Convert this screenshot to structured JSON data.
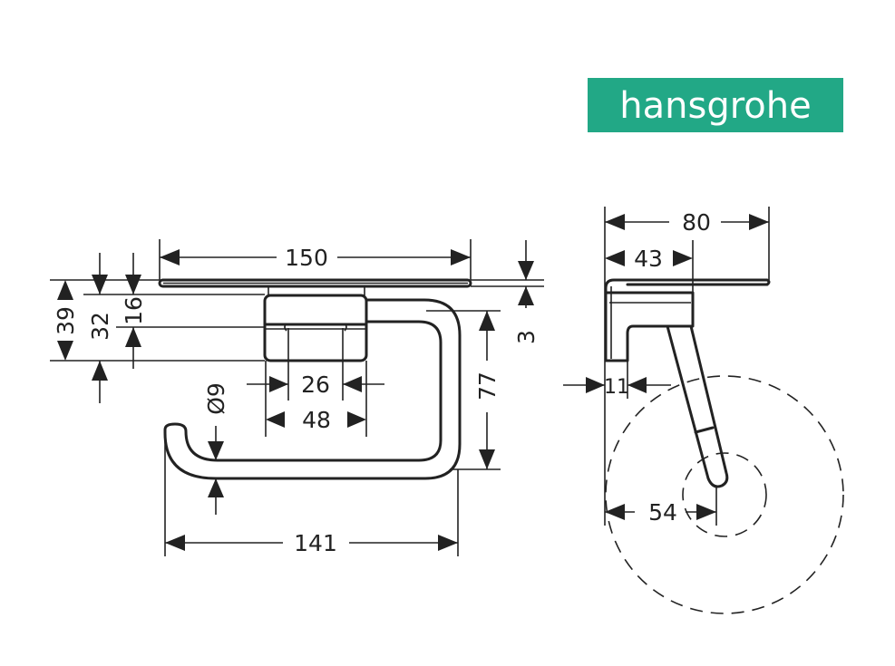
{
  "logo": {
    "text": "hansgrohe",
    "bg_color": "#22a886",
    "text_color": "#ffffff"
  },
  "front_view": {
    "dimensions": {
      "width_total": "150",
      "height_39": "39",
      "height_32": "32",
      "height_16": "16",
      "shelf_thickness": "3",
      "depth_77": "77",
      "hole_spacing": "26",
      "mount_width": "48",
      "rod_diameter": "Ø9",
      "rod_length": "141"
    }
  },
  "side_view": {
    "dimensions": {
      "depth_total": "80",
      "mount_depth": "43",
      "wall_offset": "11",
      "axis_offset": "54"
    }
  }
}
